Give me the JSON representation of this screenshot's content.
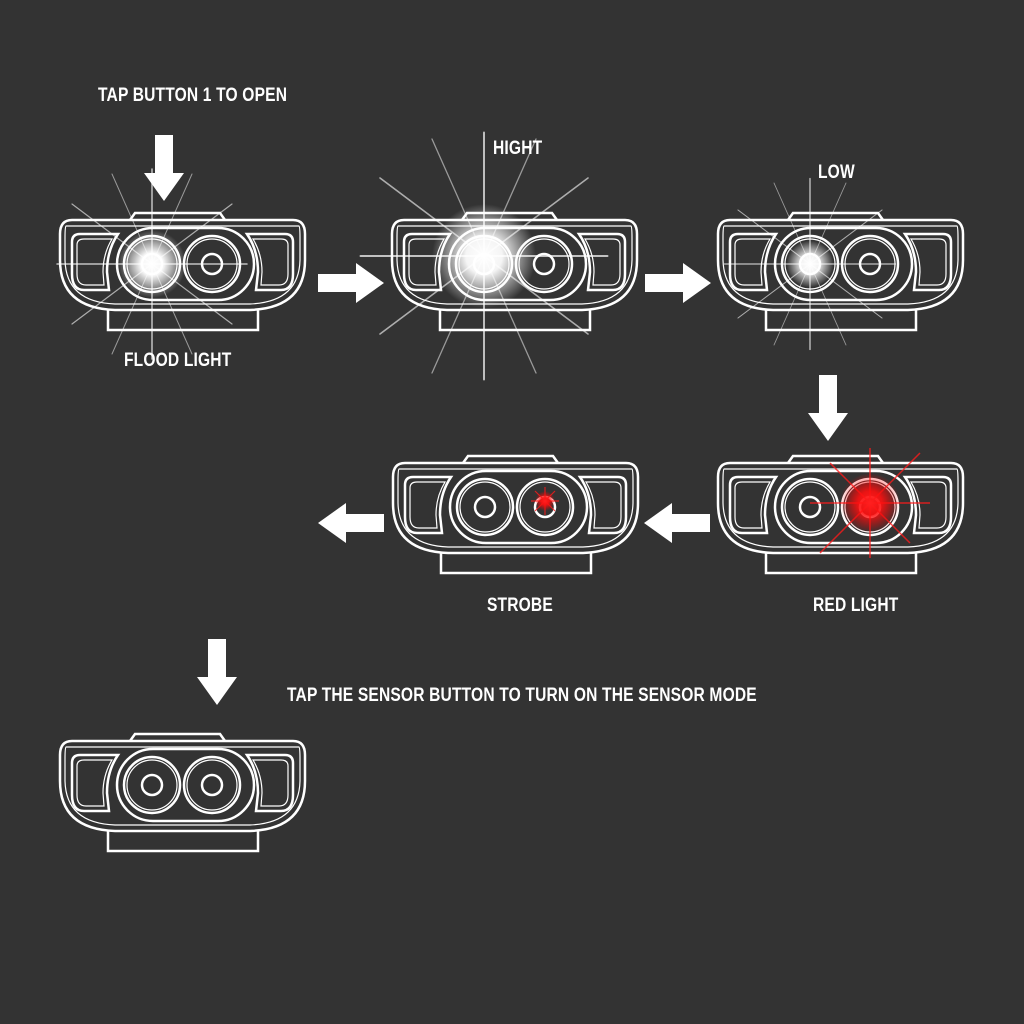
{
  "labels": {
    "tap_button": "TAP BUTTON 1 TO OPEN",
    "flood_light": "FLOOD LIGHT",
    "high": "HIGHT",
    "low": "LOW",
    "red_light": "RED LIGHT",
    "strobe": "STROBE",
    "sensor": "TAP THE SENSOR BUTTON TO TURN ON THE SENSOR MODE"
  },
  "colors": {
    "background": "#333333",
    "line": "#ffffff",
    "red": "#ff1a1a"
  }
}
